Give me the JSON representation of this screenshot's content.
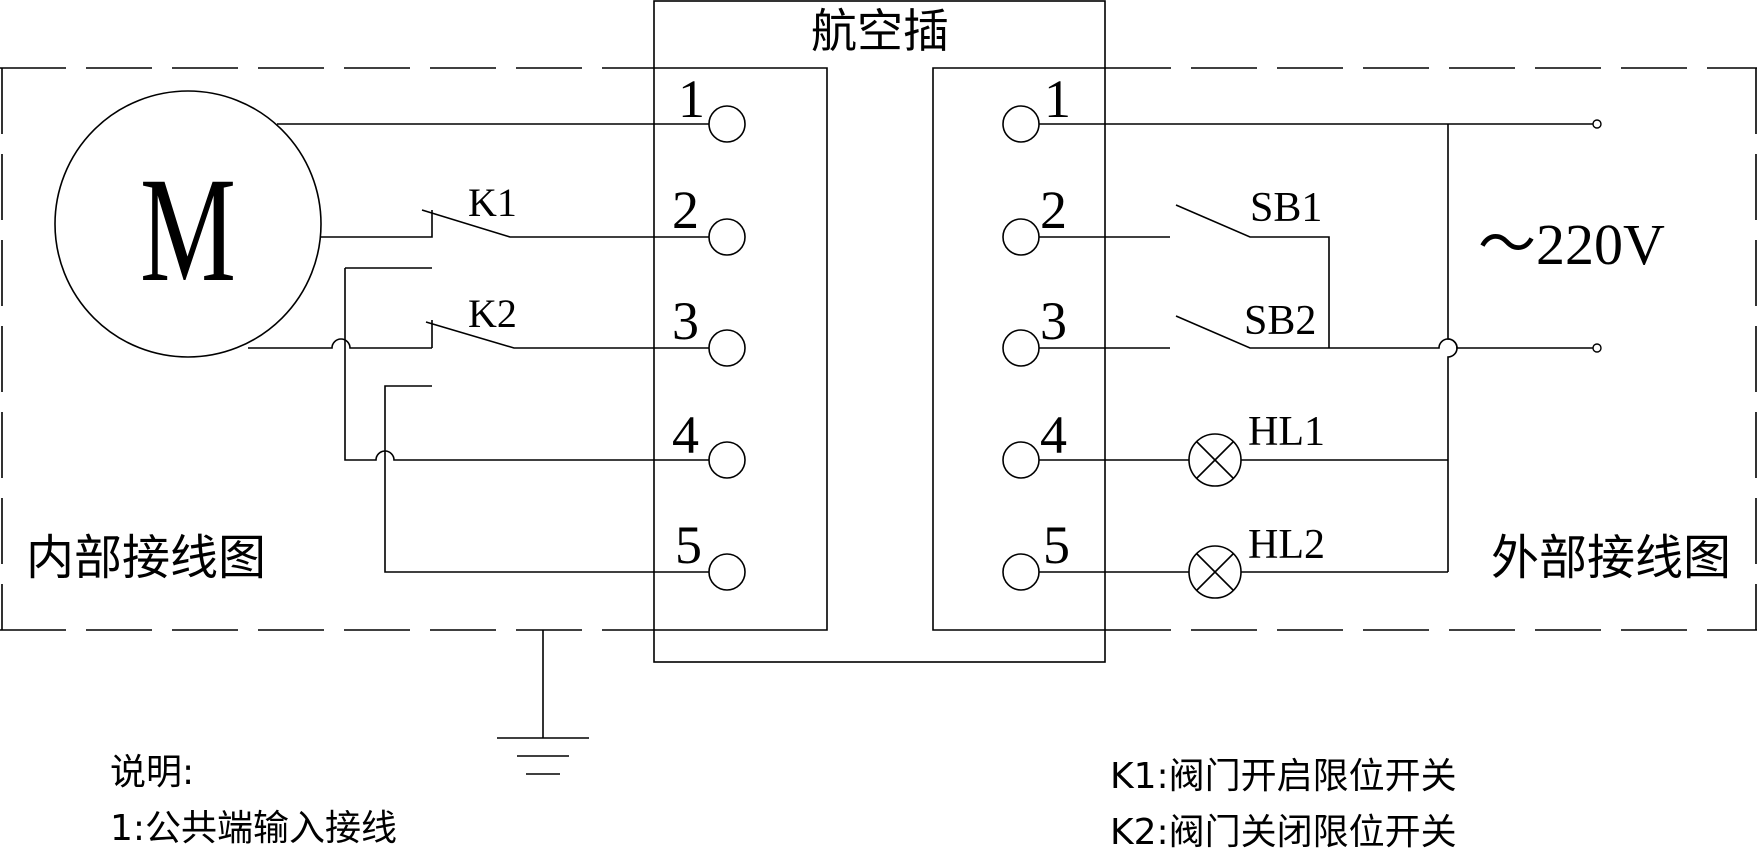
{
  "connector": {
    "title": "航空插",
    "left_pins": [
      "1",
      "2",
      "3",
      "4",
      "5"
    ],
    "right_pins": [
      "1",
      "2",
      "3",
      "4",
      "5"
    ]
  },
  "internal": {
    "section_label": "内部接线图",
    "motor_label": "M",
    "switch_k1": "K1",
    "switch_k2": "K2"
  },
  "external": {
    "section_label": "外部接线图",
    "button_sb1": "SB1",
    "button_sb2": "SB2",
    "lamp_hl1": "HL1",
    "lamp_hl2": "HL2",
    "supply_voltage": "～220V"
  },
  "notes": {
    "heading": "说明:",
    "note_1": "1:公共端输入接线",
    "note_k1": "K1:阀门开启限位开关",
    "note_k2": "K2:阀门关闭限位开关"
  }
}
